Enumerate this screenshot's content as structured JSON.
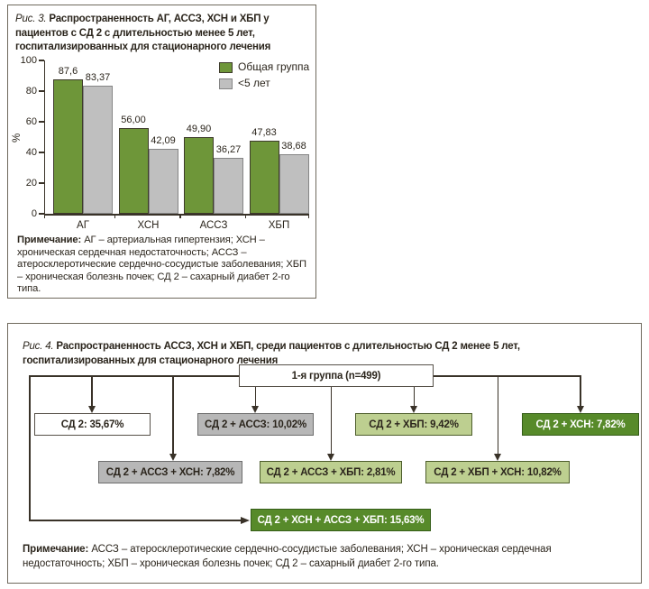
{
  "figure3": {
    "number": "Рис. 3.",
    "title": "Распространенность АГ, АССЗ, ХСН и ХБП у пациентов с СД 2 с длительностью менее 5 лет, госпитализированных для стационарного лечения",
    "note_label": "Примечание:",
    "note": "АГ – артериальная гипертензия; ХСН – хроническая сердечная недостаточность; АССЗ – атеросклеротические сердечно-сосудистые заболевания; ХБП – хроническая болезнь почек; СД 2 – сахарный диабет 2-го типа."
  },
  "chart_data": {
    "type": "bar",
    "categories": [
      "АГ",
      "ХСН",
      "АССЗ",
      "ХБП"
    ],
    "series": [
      {
        "name": "Общая группа",
        "color": "#6e9639",
        "border": "#3e3b2c",
        "values": [
          87.6,
          56.0,
          49.9,
          47.83
        ],
        "value_labels": [
          "87,6",
          "56,00",
          "49,90",
          "47,83"
        ]
      },
      {
        "name": "<5 лет",
        "color": "#bfbfbf",
        "border": "#858585",
        "values": [
          83.37,
          42.09,
          36.27,
          38.68
        ],
        "value_labels": [
          "83,37",
          "42,09",
          "36,27",
          "38,68"
        ]
      }
    ],
    "xlabel": "",
    "ylabel": "%",
    "ylim": [
      0,
      100
    ],
    "yticks": [
      0,
      20,
      40,
      60,
      80,
      100
    ],
    "legend_position": "top-right",
    "grid": false
  },
  "figure4": {
    "number": "Рис. 4.",
    "title": "Распространенность АССЗ, ХСН и ХБП, среди пациентов с длительностью СД 2 менее 5 лет, госпитализированных для стационарного лечения",
    "flow": {
      "root": "1-я группа (n=499)",
      "row1": [
        "СД 2: 35,67%",
        "СД 2 + АССЗ: 10,02%",
        "СД 2 + ХБП: 9,42%",
        "СД 2 + ХСН: 7,82%"
      ],
      "row2": [
        "СД 2 + АССЗ + ХСН: 7,82%",
        "СД 2 + АССЗ + ХБП: 2,81%",
        "СД 2 + ХБП + ХСН: 10,82%"
      ],
      "bottom": "СД 2 + ХСН + АССЗ + ХБП: 15,63%"
    },
    "note_label": "Примечание:",
    "note": "АССЗ – атеросклеротические сердечно-сосудистые заболевания; ХСН – хроническая сердечная недостаточность; ХБП – хроническая болезнь почек; СД 2 – сахарный диабет 2-го типа."
  },
  "colors": {
    "panel_border": "#6f695d",
    "text": "#2b251c",
    "connector": "#393228",
    "bar_green": "#6e9639",
    "bar_gray": "#bfbfbf",
    "flow_white": "#ffffff",
    "flow_gray": "#b7b7b7",
    "flow_light_green": "#bdcf90",
    "flow_dark_green": "#578a2a"
  }
}
